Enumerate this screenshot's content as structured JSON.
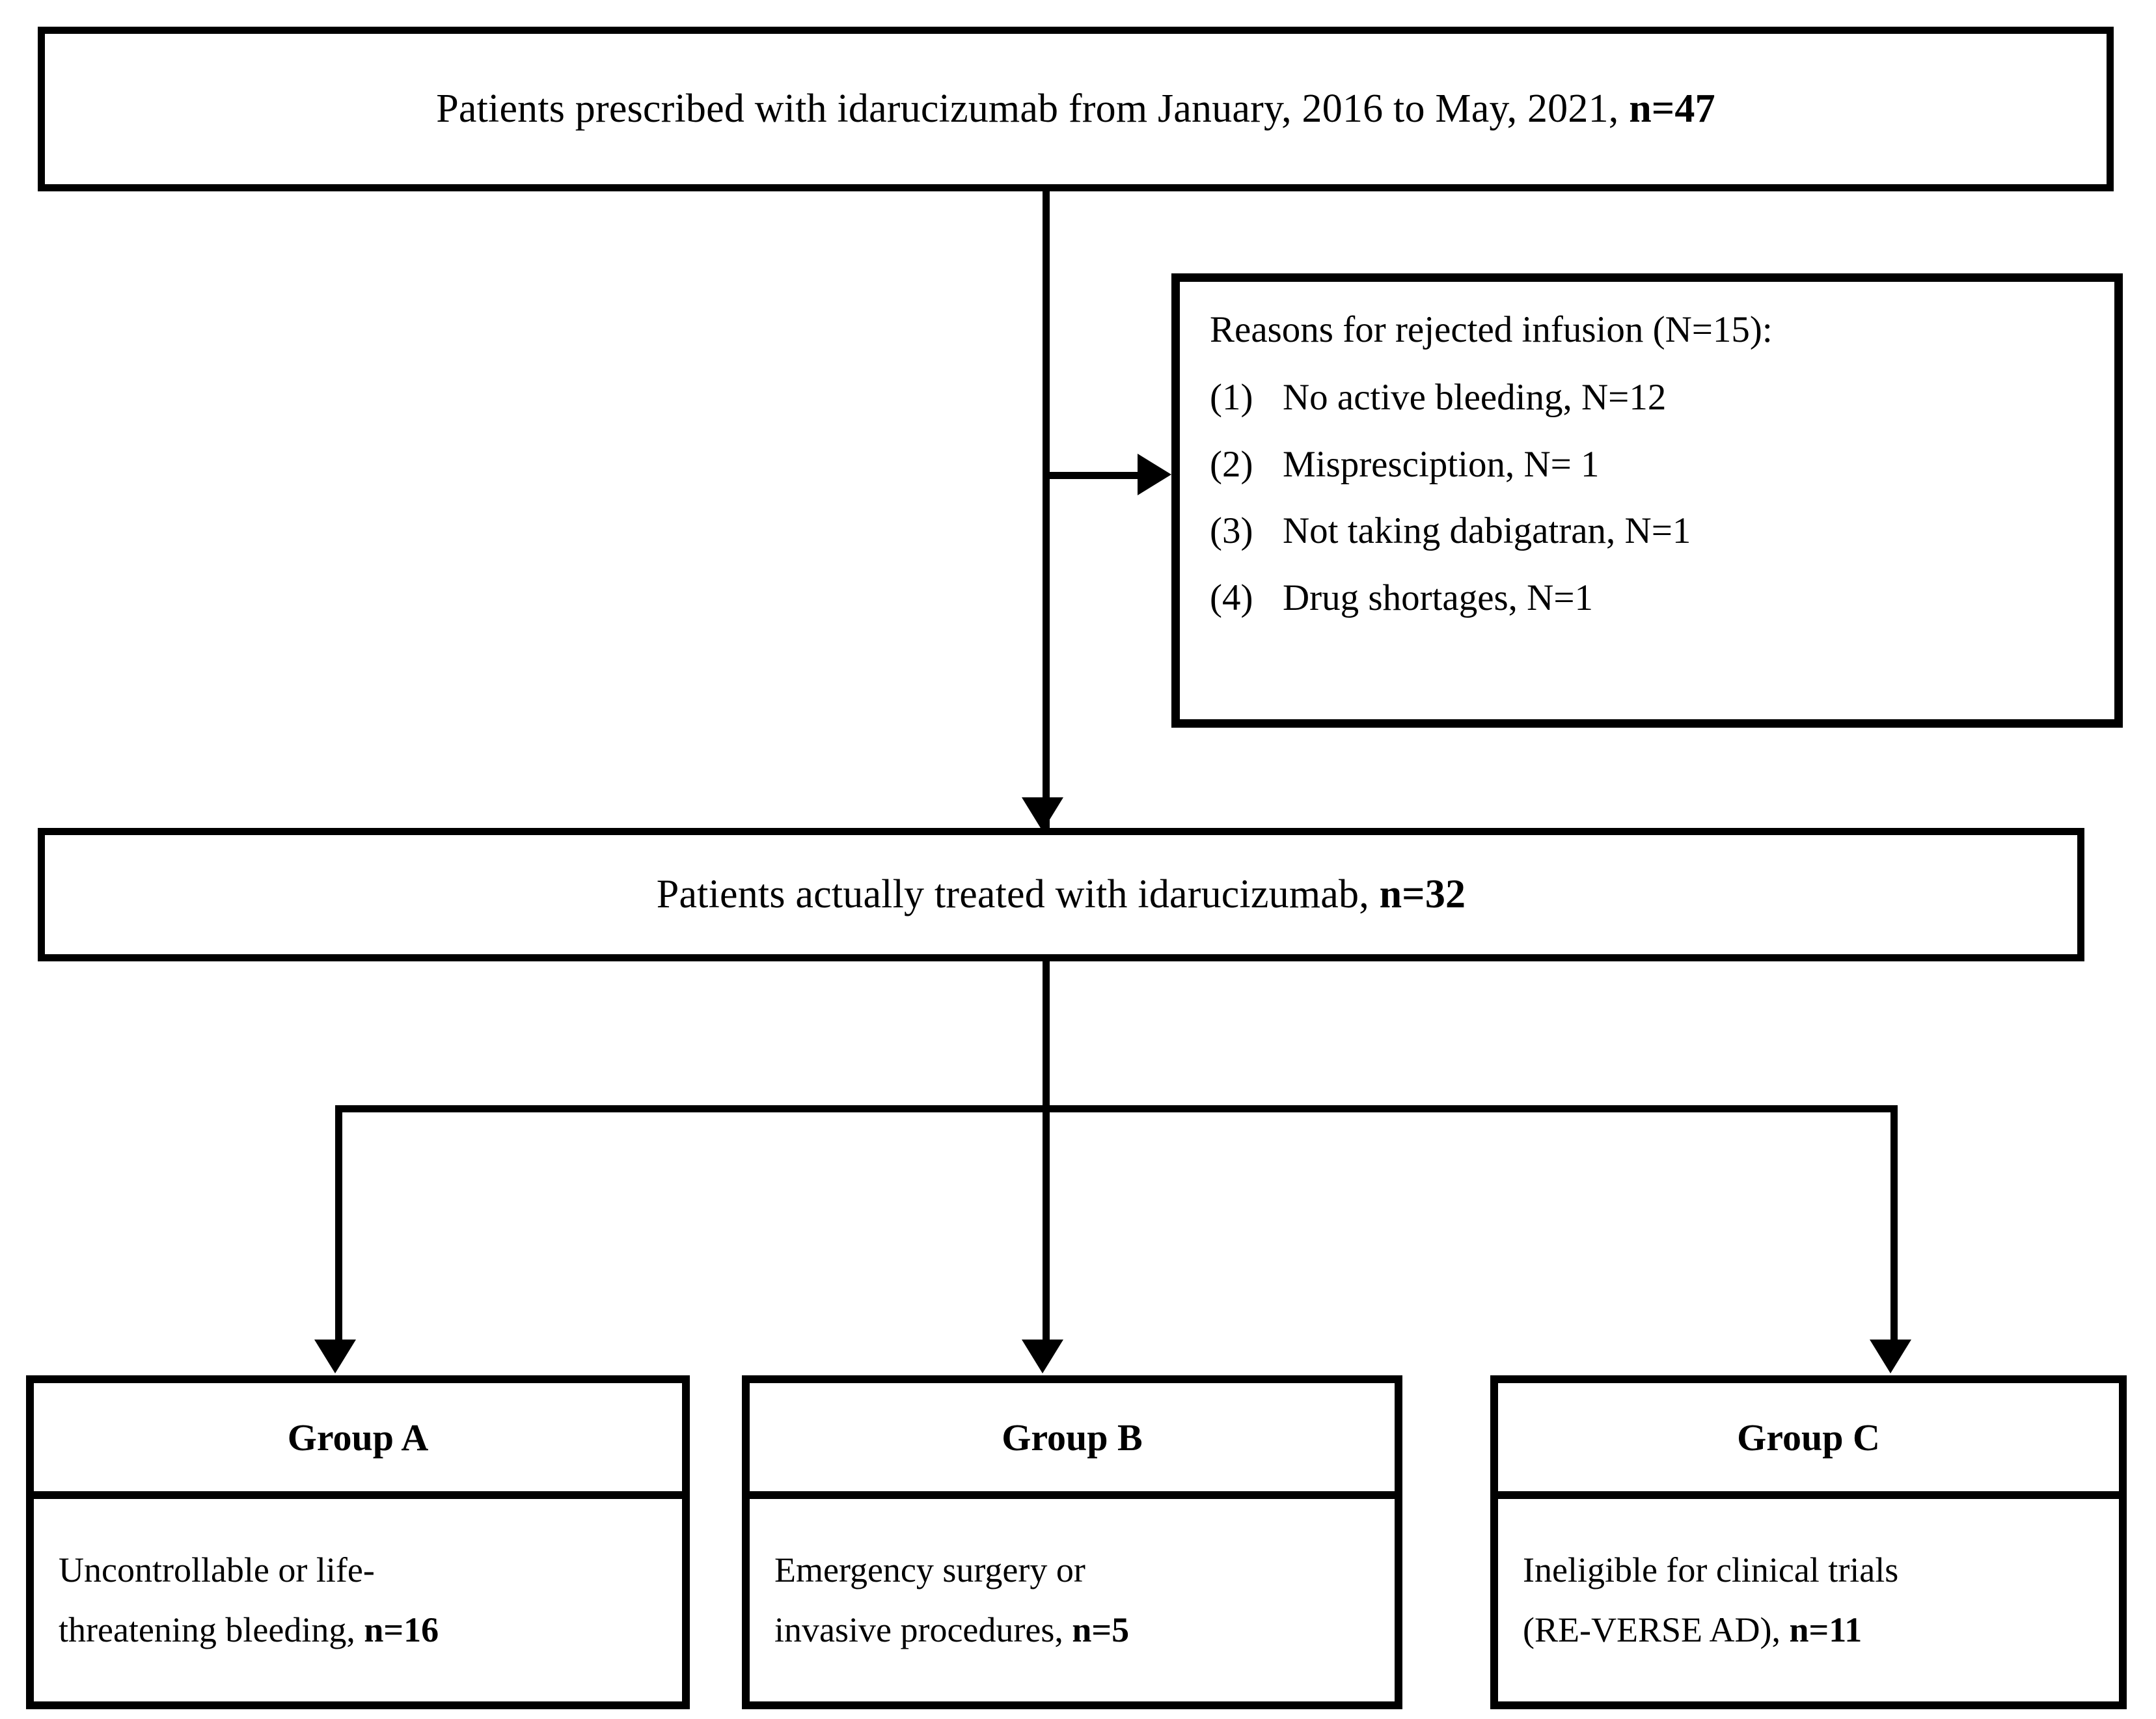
{
  "flowchart": {
    "title_box": {
      "text": "Patients prescribed with idarucizumab from January, 2016 to May, 2021, ",
      "count_label": "n=47"
    },
    "reasons_box": {
      "title": "Reasons for rejected infusion (N=15):",
      "items": [
        {
          "num": "(1)",
          "text": "No active bleeding, N=12"
        },
        {
          "num": "(2)",
          "text": "Mispresciption, N= 1"
        },
        {
          "num": "(3)",
          "text": "Not taking dabigatran, N=1"
        },
        {
          "num": "(4)",
          "text": "Drug shortages, N=1"
        }
      ]
    },
    "treated_box": {
      "text": "Patients actually treated with idarucizumab, ",
      "count_label": "n=32"
    },
    "groups": [
      {
        "header": "Group A",
        "line1": "Uncontrollable or life-",
        "line2_text": "threatening bleeding, ",
        "line2_count": "n=16"
      },
      {
        "header": "Group B",
        "line1": "Emergency surgery or",
        "line2_text": "invasive procedures, ",
        "line2_count": "n=5"
      },
      {
        "header": "Group C",
        "line1": "Ineligible for clinical trials",
        "line2_text": "(RE-VERSE AD), ",
        "line2_count": "n=11"
      }
    ],
    "colors": {
      "stroke": "#000000",
      "background": "#ffffff",
      "text": "#000000"
    }
  }
}
